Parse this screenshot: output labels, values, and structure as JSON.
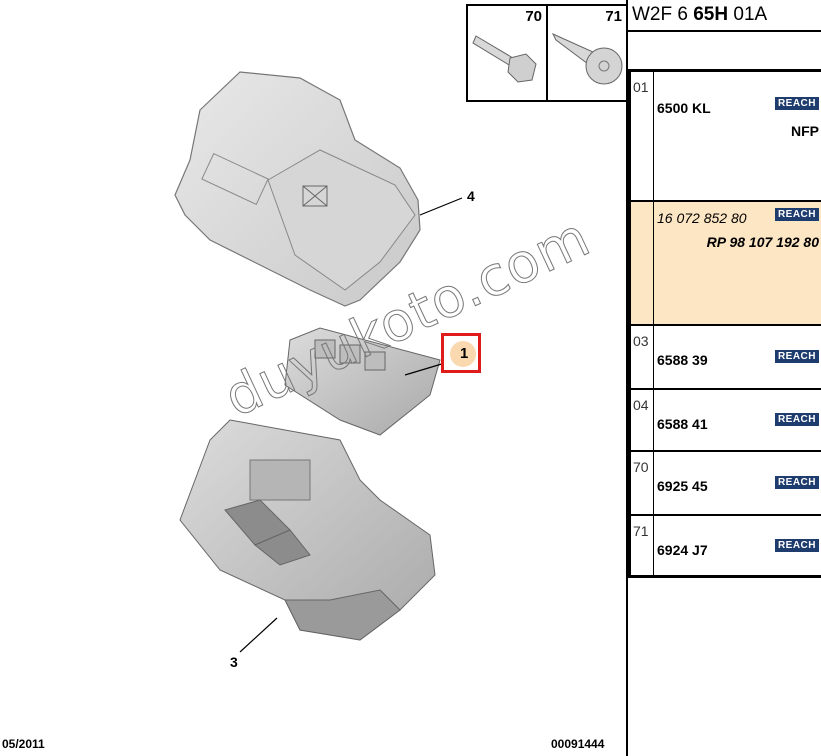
{
  "header": {
    "code_prefix": "W2F 6 ",
    "code_bold": "65H",
    "code_suffix": " 01A"
  },
  "fasteners": [
    {
      "ref": "70",
      "icon": "hex-flange-bolt-icon"
    },
    {
      "ref": "71",
      "icon": "torx-pan-head-screw-icon"
    }
  ],
  "callouts": {
    "item4": "4",
    "item1": "1",
    "item3": "3"
  },
  "watermark": "duyukoto.com",
  "footer": {
    "date": "05/2011",
    "diagram_id": "00091444"
  },
  "parts": [
    {
      "ref": "01",
      "part_no": "6500 KL",
      "badge": "REACH",
      "note": "NFP"
    },
    {
      "ref": "",
      "part_no": "16 072 852 80",
      "badge": "REACH",
      "alt_part": "RP 98 107 192 80",
      "highlighted": true
    },
    {
      "ref": "03",
      "part_no": "6588 39",
      "badge": "REACH"
    },
    {
      "ref": "04",
      "part_no": "6588 41",
      "badge": "REACH"
    },
    {
      "ref": "70",
      "part_no": "6925 45",
      "badge": "REACH"
    },
    {
      "ref": "71",
      "part_no": "6924 J7",
      "badge": "REACH"
    }
  ],
  "colors": {
    "reach_badge": "#1f3c6e",
    "highlight_row": "#fde6c3",
    "callout_border": "#e01b1b"
  }
}
